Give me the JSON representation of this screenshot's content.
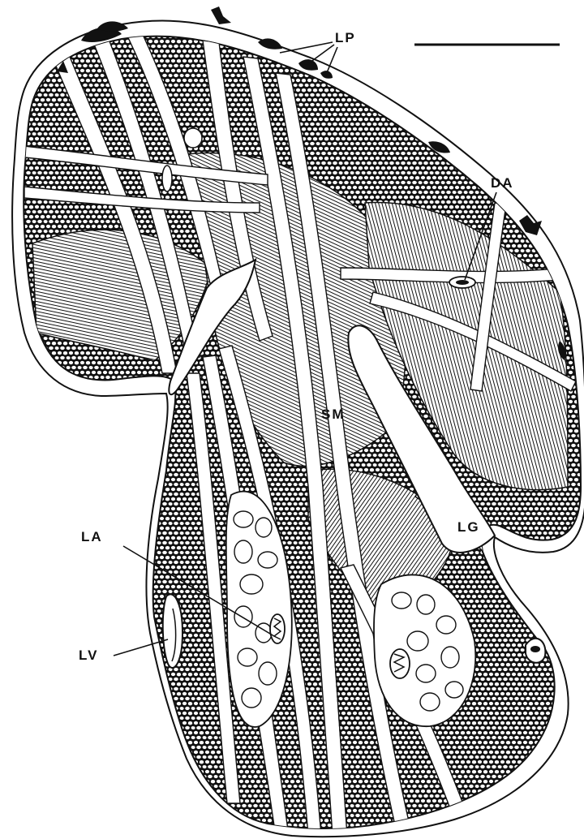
{
  "labels": {
    "lp": "LP",
    "da": "DA",
    "sm": "SM",
    "lg": "LG",
    "la": "LA",
    "lv": "LV"
  },
  "colors": {
    "ink": "#111111",
    "paper": "#ffffff"
  }
}
